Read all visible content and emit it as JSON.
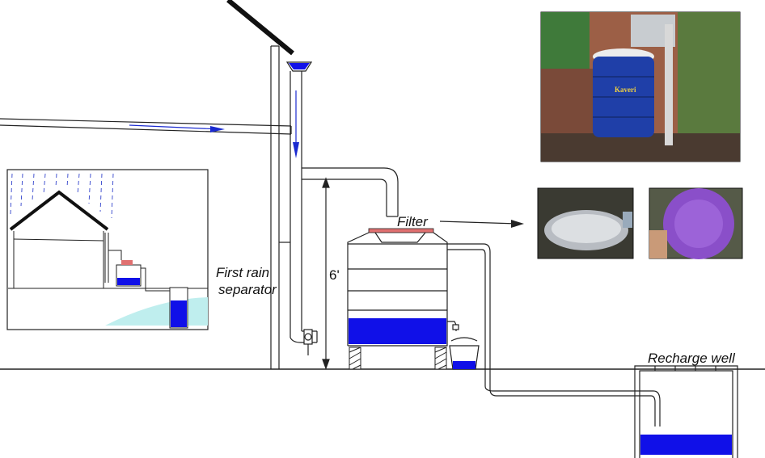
{
  "labels": {
    "filter": "Filter",
    "first_rain_separator_line1": "First rain",
    "first_rain_separator_line2": "separator",
    "height": "6'",
    "recharge_well": "Recharge well"
  },
  "photos": {
    "tank_brand": "Kaveri"
  },
  "colors": {
    "water": "#1010e8",
    "line": "#222222",
    "roof": "#111111",
    "filter_rim": "#e07070",
    "groundwater": "#bfeeee",
    "rain": "#3344cc",
    "tank_photo": "#1f3fa8",
    "mesh_photo": "#8a4fc9"
  },
  "icons": {
    "tank_photo": "water-tank-photo-icon",
    "filter_cloth_photo": "filter-cloth-photo-icon",
    "filter_mesh_photo": "filter-mesh-photo-icon"
  }
}
